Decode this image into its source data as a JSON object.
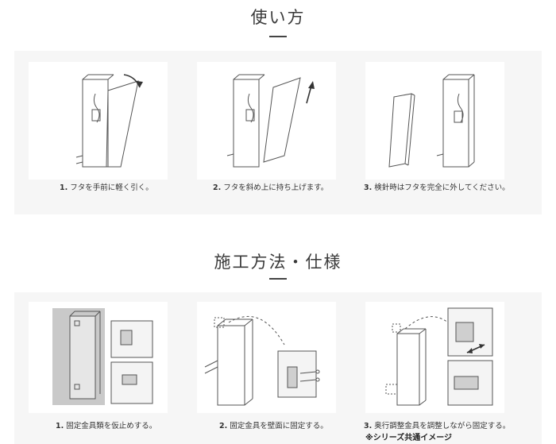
{
  "usage": {
    "title": "使い方",
    "steps": [
      {
        "num": "1.",
        "text": "フタを手前に軽く引く。"
      },
      {
        "num": "2.",
        "text": "フタを斜め上に持ち上げます。"
      },
      {
        "num": "3.",
        "text": "検針時はフタを完全に外してください。"
      }
    ]
  },
  "install": {
    "title": "施工方法・仕様",
    "steps": [
      {
        "num": "1.",
        "text": "固定金具類を仮止めする。"
      },
      {
        "num": "2.",
        "text": "固定金具を壁面に固定する。"
      },
      {
        "num": "3.",
        "text": "奥行調整金具を調整しながら固定する。"
      }
    ],
    "note": "※シリーズ共通イメージ"
  }
}
